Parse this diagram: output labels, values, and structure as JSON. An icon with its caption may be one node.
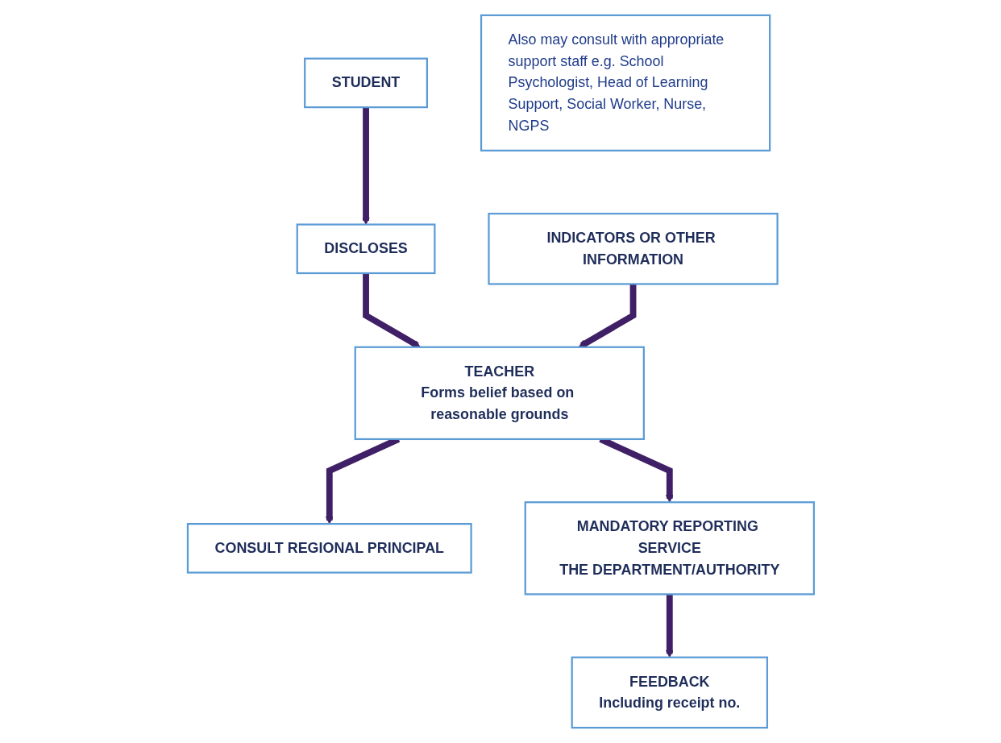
{
  "diagram": {
    "nodes": [
      {
        "text": [
          "INDICATORS OR OTHER INFORMATION"
        ]
      },
      {
        "text": [
          "STUDENT"
        ]
      },
      {
        "text": [
          "DISCLOSES"
        ]
      },
      {
        "text": [
          "TEACHER",
          "Forms belief based on reasonable grounds"
        ]
      },
      {
        "text": [
          "CONSULT REGIONAL PRINCIPAL"
        ]
      },
      {
        "text": [
          "Also may consult with appropriate support staff e.g. School Psychologist, Head of Learning Support, Social Worker, Nurse, NGPS"
        ]
      },
      {
        "text": [
          "FEEDBACK",
          "Including receipt no."
        ]
      },
      {
        "text": [
          "MANDATORY REPORTING SERVICE",
          "THE DEPARTMENT/AUTHORITY"
        ]
      }
    ],
    "edges": [
      {
        "from": 1,
        "to": 2,
        "arrow": "to"
      },
      {
        "from": 2,
        "to": 3,
        "arrow": "to"
      },
      {
        "from": 0,
        "to": 3,
        "arrow": "to"
      },
      {
        "from": 3,
        "to": 4,
        "arrow": "to"
      },
      {
        "from": 3,
        "to": 7,
        "arrow": "to"
      },
      {
        "from": 7,
        "to": 6,
        "arrow": "to"
      }
    ]
  }
}
